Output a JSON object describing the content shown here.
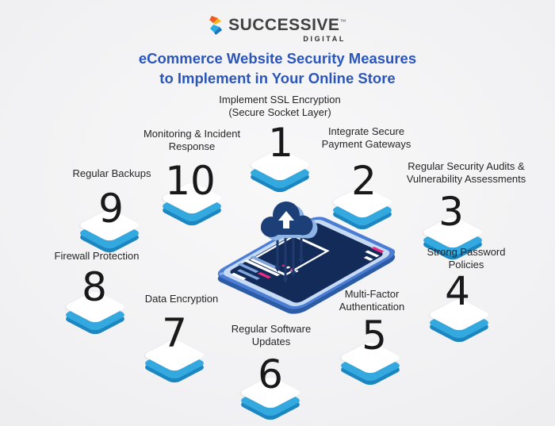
{
  "brand": {
    "name": "SUCCESSIVE",
    "trademark": "™",
    "subtitle": "DIGITAL"
  },
  "title": {
    "line1": "eCommerce Website Security Measures",
    "line2": "to Implement in Your Online Store"
  },
  "steps": [
    {
      "number": "1",
      "line1": "Implement SSL Encryption",
      "line2": "(Secure Socket Layer)"
    },
    {
      "number": "2",
      "line1": "Integrate Secure",
      "line2": "Payment Gateways"
    },
    {
      "number": "3",
      "line1": "Regular Security Audits &",
      "line2": "Vulnerability Assessments"
    },
    {
      "number": "4",
      "line1": "Strong Password",
      "line2": "Policies"
    },
    {
      "number": "5",
      "line1": "Multi-Factor",
      "line2": "Authentication"
    },
    {
      "number": "6",
      "line1": "Regular Software",
      "line2": "Updates"
    },
    {
      "number": "7",
      "line1": "Data Encryption"
    },
    {
      "number": "8",
      "line1": "Firewall Protection"
    },
    {
      "number": "9",
      "line1": "Regular Backups"
    },
    {
      "number": "10",
      "line1": "Monitoring & Incident",
      "line2": "Response"
    }
  ],
  "colors": {
    "title_blue": "#2b56b9",
    "marker_blue": "#33a9e0",
    "marker_blue_dark": "#1b86bf",
    "number_black": "#191919",
    "phone_navy": "#122b58",
    "phone_frame_blue": "#4a7dd3",
    "pink_accent": "#e92a84"
  },
  "illustration": {
    "icons": [
      "smartphone-icon",
      "cloud-upload-icon"
    ]
  }
}
